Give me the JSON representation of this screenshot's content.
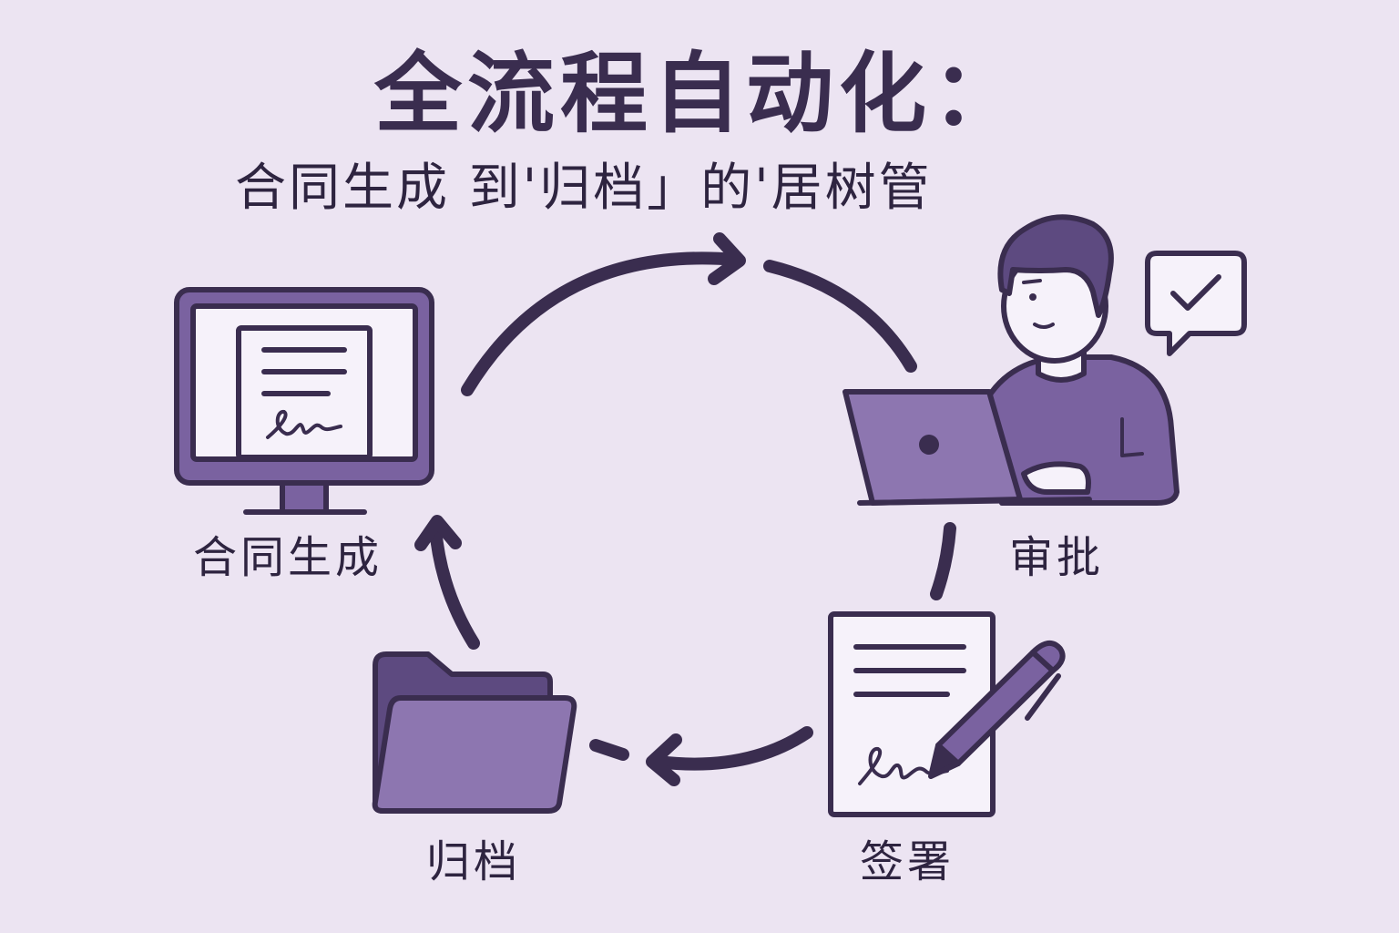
{
  "title": "全流程自动化：",
  "subtitle": "合同生成 到'归档」的'居树管",
  "steps": {
    "generate": "合同生成",
    "approve": "审批",
    "sign": "签署",
    "archive": "归档"
  },
  "colors": {
    "background": "#ece4f2",
    "outline": "#3a2d4f",
    "fill_dark": "#7a62a0",
    "fill_mid": "#8d76b0",
    "paper": "#f6f2fa"
  },
  "icons": {
    "generate": "computer-monitor-document-icon",
    "approve": "person-laptop-icon",
    "approve_badge": "speech-bubble-check-icon",
    "sign": "document-pen-signature-icon",
    "archive": "folder-icon"
  }
}
